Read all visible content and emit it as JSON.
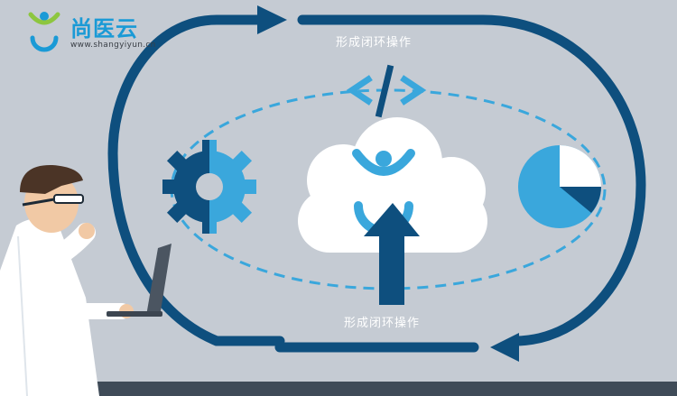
{
  "brand": {
    "name": "尚医云",
    "url": "www.shangyiyun.cn"
  },
  "loop": {
    "top_label": "形成闭环操作",
    "bottom_label": "形成闭环操作"
  },
  "icons": {
    "code": "code-brackets-icon",
    "gear": "gear-icon",
    "cloud": "cloud-icon",
    "chart": "pie-chart-icon",
    "upload": "upload-arrow-icon",
    "person": "thinking-person-illustration",
    "laptop": "laptop-icon"
  },
  "colors": {
    "background": "#c5cbd3",
    "navy": "#0e4f7e",
    "sky": "#3aa7dc",
    "cloud": "#ffffff",
    "floor": "#3f4b58",
    "brand_green": "#8dc63f",
    "brand_blue": "#1a9ad6"
  }
}
